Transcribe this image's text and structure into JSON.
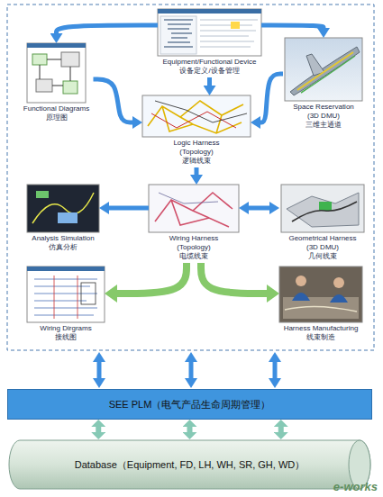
{
  "diagram": {
    "nodes": [
      {
        "text": [
          "Equipment/Functional Device",
          "设备定义/设备管理"
        ]
      },
      {
        "text": [
          "Functional Diagrams",
          "原理图"
        ]
      },
      {
        "text": [
          "Space Reservation (3D DMU)",
          "三维主通道"
        ]
      },
      {
        "text": [
          "Logic Harness (Topology)",
          "逻辑线束"
        ]
      },
      {
        "text": [
          "Analysis Simulation",
          "仿真分析"
        ]
      },
      {
        "text": [
          "Wiring Harness (Topology)",
          "电缆线束"
        ]
      },
      {
        "text": [
          "Geometrical Harness (3D DMU)",
          "几何线束"
        ]
      },
      {
        "text": [
          "Wiring Dirgrams",
          "接线图"
        ]
      },
      {
        "text": [
          "Harness Manufacturing",
          "线束制造"
        ]
      },
      {
        "text": [
          "SEE PLM（电气产品生命周期管理）"
        ]
      },
      {
        "text": [
          "Database（Equipment, FD, LH, WH, SR, GH, WD）"
        ]
      }
    ],
    "edges": [
      {
        "from": 0,
        "to": 1,
        "arrow": "to"
      },
      {
        "from": 0,
        "to": 2,
        "arrow": "to"
      },
      {
        "from": 0,
        "to": 3,
        "arrow": "to"
      },
      {
        "from": 1,
        "to": 3,
        "arrow": "to"
      },
      {
        "from": 2,
        "to": 3,
        "arrow": "to"
      },
      {
        "from": 3,
        "to": 5,
        "arrow": "to"
      },
      {
        "from": 5,
        "to": 4,
        "arrow": "to"
      },
      {
        "from": 5,
        "to": 6,
        "arrow": "both"
      },
      {
        "from": 5,
        "to": 7,
        "arrow": "to"
      },
      {
        "from": 5,
        "to": 8,
        "arrow": "to"
      },
      {
        "from": 9,
        "to": 10,
        "arrow": "both"
      },
      {
        "from": 9,
        "to": 10,
        "arrow": "both"
      },
      {
        "from": 9,
        "to": 10,
        "arrow": "both"
      }
    ],
    "labels": [
      "e-works"
    ]
  }
}
